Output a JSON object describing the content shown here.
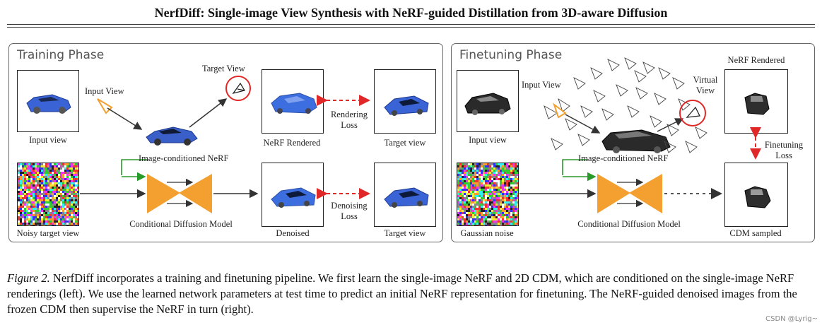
{
  "title": "NerfDiff: Single-image View Synthesis with NeRF-guided Distillation from 3D-aware Diffusion",
  "training": {
    "phase_label": "Training Phase",
    "input_view_caption": "Input view",
    "input_view_label": "Input View",
    "target_view_label": "Target View",
    "nerf_label": "Image-conditioned NeRF",
    "nerf_rendered_caption": "NeRF Rendered",
    "target_view_caption_top": "Target view",
    "rendering_loss": [
      "Rendering",
      "Loss"
    ],
    "noisy_caption": "Noisy target view",
    "cdm_label": "Conditional Diffusion Model",
    "denoised_caption": "Denoised",
    "denoising_loss": [
      "Denoising",
      "Loss"
    ],
    "target_view_caption_bottom": "Target view"
  },
  "finetuning": {
    "phase_label": "Finetuning Phase",
    "input_view_caption": "Input view",
    "input_view_label": "Input View",
    "virtual_view": [
      "Virtual",
      "View"
    ],
    "nerf_label": "Image-conditioned NeRF",
    "nerf_rendered_label": "NeRF Rendered",
    "finetuning_loss": [
      "Finetuning",
      "Loss"
    ],
    "gaussian_caption": "Gaussian noise",
    "cdm_label": "Conditional Diffusion Model",
    "cdm_sampled_caption": "CDM sampled"
  },
  "caption": {
    "figure_label": "Figure 2.",
    "text": " NerfDiff incorporates a training and finetuning pipeline.  We first learn the single-image NeRF and 2D CDM, which are conditioned on the single-image NeRF renderings (left). We use the learned network parameters at test time to predict an initial NeRF representation for finetuning. The NeRF-guided denoised images from the frozen CDM then supervise the NeRF in turn (right)."
  },
  "watermark": "CSDN @Lyrig~",
  "colors": {
    "orange": "#f4a030",
    "red": "#e02828",
    "green": "#2a9a2a",
    "car_blue": "#3a63d6",
    "car_dark": "#2a2a2a"
  }
}
